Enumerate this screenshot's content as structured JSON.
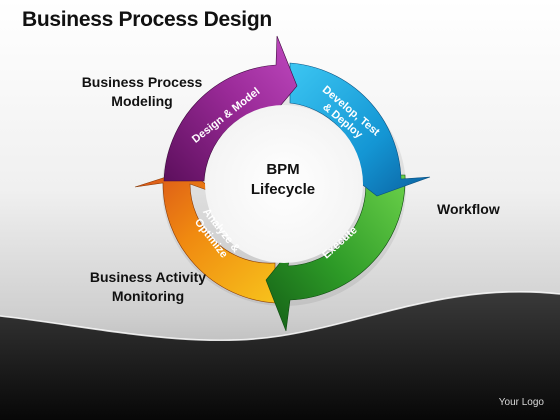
{
  "title": "Business Process Design",
  "center": {
    "line1": "BPM",
    "line2": "Lifecycle"
  },
  "cycle_segments": [
    {
      "label": "Design & Model",
      "color": "#8e1f8c"
    },
    {
      "label_line1": "Develop, Test",
      "label_line2": "& Deploy",
      "color": "#1aa6de"
    },
    {
      "label": "Execute",
      "color": "#2e9e2a"
    },
    {
      "label_line1": "Analyze &",
      "label_line2": "Optimize",
      "color": "#f08a10"
    }
  ],
  "outer_labels": {
    "modeling_line1": "Business Process",
    "modeling_line2": "Modeling",
    "workflow": "Workflow",
    "monitoring_line1": "Business Activity",
    "monitoring_line2": "Monitoring"
  },
  "logo": "Your Logo",
  "colors": {
    "background_top": "#ffffff",
    "background_bottom": "#101010"
  }
}
